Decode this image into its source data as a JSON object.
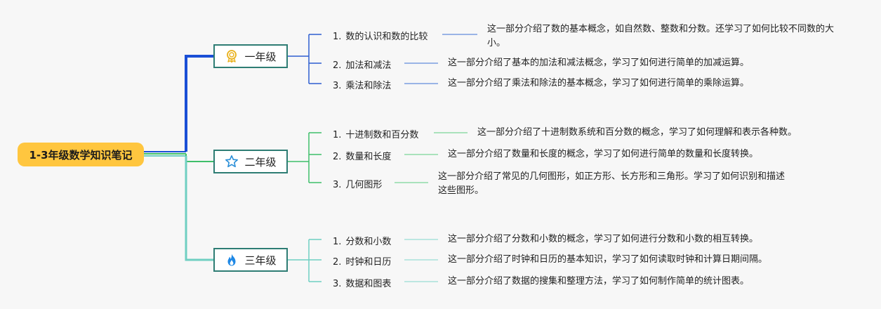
{
  "root": {
    "label": "1-3年级数学知识笔记"
  },
  "grades": [
    {
      "label": "一年级",
      "icon": "award-ribbon-icon",
      "topics": [
        {
          "num": "1.",
          "label": "数的认识和数的比较",
          "desc": "这一部分介绍了数的基本概念，如自然数、整数和分数。还学习了如何比较不同数的大小。"
        },
        {
          "num": "2.",
          "label": "加法和减法",
          "desc": "这一部分介绍了基本的加法和减法概念，学习了如何进行简单的加减运算。"
        },
        {
          "num": "3.",
          "label": "乘法和除法",
          "desc": "这一部分介绍了乘法和除法的基本概念，学习了如何进行简单的乘除运算。"
        }
      ]
    },
    {
      "label": "二年级",
      "icon": "star-icon",
      "topics": [
        {
          "num": "1.",
          "label": "十进制数和百分数",
          "desc": "这一部分介绍了十进制数系统和百分数的概念，学习了如何理解和表示各种数。"
        },
        {
          "num": "2.",
          "label": "数量和长度",
          "desc": "这一部分介绍了数量和长度的概念，学习了如何进行简单的数量和长度转换。"
        },
        {
          "num": "3.",
          "label": "几何图形",
          "desc": "这一部分介绍了常见的几何图形，如正方形、长方形和三角形。学习了如何识别和描述这些图形。"
        }
      ]
    },
    {
      "label": "三年级",
      "icon": "flame-icon",
      "topics": [
        {
          "num": "1.",
          "label": "分数和小数",
          "desc": "这一部分介绍了分数和小数的概念，学习了如何进行分数和小数的相互转换。"
        },
        {
          "num": "2.",
          "label": "时钟和日历",
          "desc": "这一部分介绍了时钟和日历的基本知识，学习了如何读取时钟和计算日期间隔。"
        },
        {
          "num": "3.",
          "label": "数据和图表",
          "desc": "这一部分介绍了数据的搜集和整理方法，学习了如何制作简单的统计图表。"
        }
      ]
    }
  ],
  "colors": {
    "root_fill": "#ffc63f",
    "grade1_branch": "#1a4fd6",
    "grade2_branch": "#3fbf6a",
    "grade3_branch": "#6fcfc2",
    "grade_border": "#2e7d74"
  }
}
